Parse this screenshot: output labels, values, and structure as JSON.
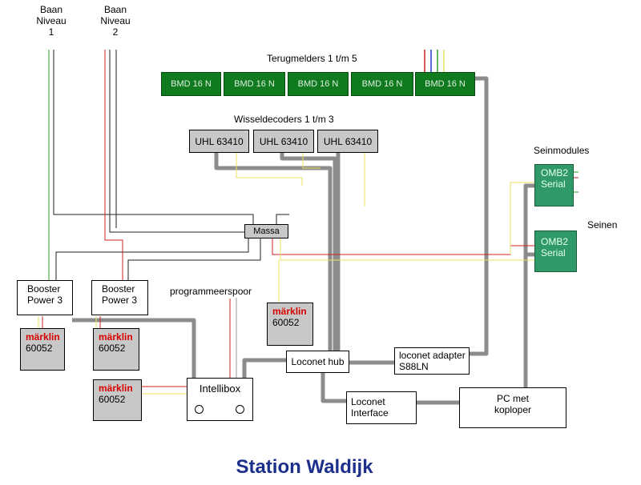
{
  "title": "Station Waldijk",
  "labels": {
    "baan1": [
      "Baan",
      "Niveau",
      "1"
    ],
    "baan2": [
      "Baan",
      "Niveau",
      "2"
    ],
    "terugmelders": "Terugmelders 1 t/m 5",
    "wisseldecoders": "Wisseldecoders 1 t/m 3",
    "seinmodules": "Seinmodules",
    "seinen": "Seinen",
    "programmeerspoor": "programmeerspoor"
  },
  "bmd_modules": [
    "BMD 16 N",
    "BMD 16 N",
    "BMD 16 N",
    "BMD 16 N",
    "BMD 16 N"
  ],
  "uhl_decoders": [
    "UHL 63410",
    "UHL 63410",
    "UHL 63410"
  ],
  "omb_modules": [
    {
      "line1": "OMB2",
      "line2": "Serial"
    },
    {
      "line1": "OMB2",
      "line2": "Serial"
    }
  ],
  "massa": "Massa",
  "boosters": [
    {
      "line1": "Booster",
      "line2": "Power 3"
    },
    {
      "line1": "Booster",
      "line2": "Power 3"
    }
  ],
  "marklin_units": [
    {
      "brand": "märklin",
      "model": "60052"
    },
    {
      "brand": "märklin",
      "model": "60052"
    },
    {
      "brand": "märklin",
      "model": "60052"
    },
    {
      "brand": "märklin",
      "model": "60052"
    }
  ],
  "intellibox": "Intellibox",
  "loconet_hub": "Loconet hub",
  "loconet_adapter": {
    "line1": "loconet adapter",
    "line2": "S88LN"
  },
  "loconet_interface": {
    "line1": "Loconet",
    "line2": "Interface"
  },
  "pc": {
    "line1": "PC met",
    "line2": "koploper"
  },
  "colors": {
    "title": "#1c2f8a",
    "bmd_green": "#0f7a1e",
    "omb_green": "#2f9a68",
    "marklin_red": "#d80000",
    "bus_gray": "#8c8c8c",
    "wire_green": "#2aa12a",
    "wire_red": "#d02020",
    "wire_yellow": "#e8e060",
    "wire_blue": "#2040d0"
  }
}
